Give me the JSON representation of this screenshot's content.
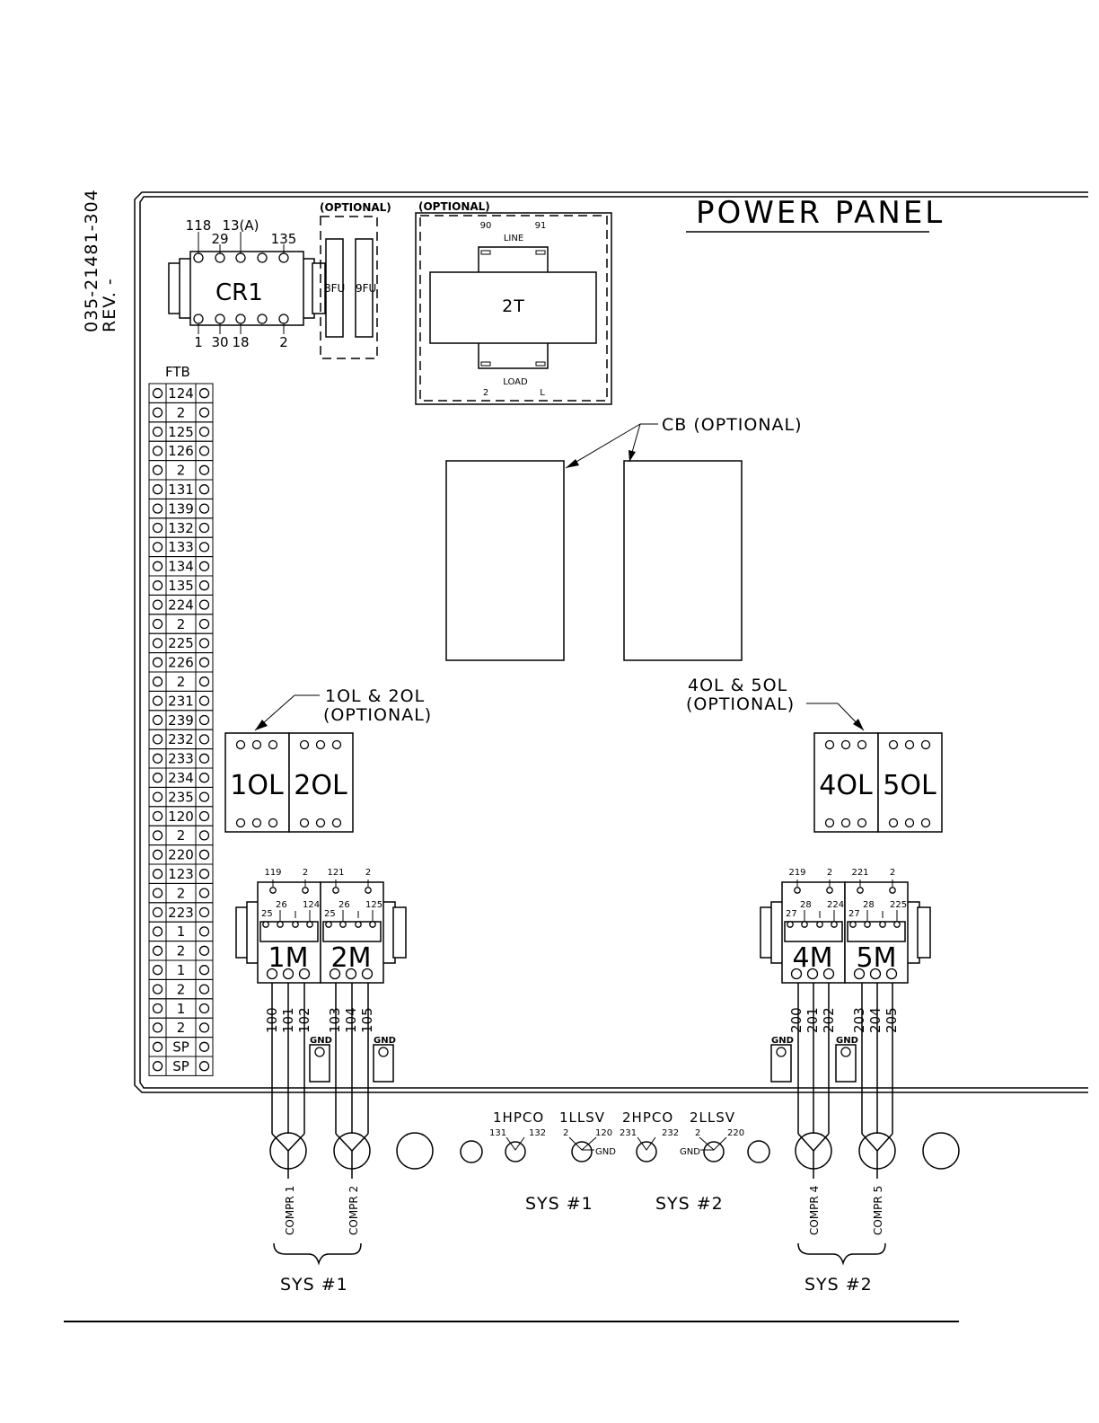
{
  "drawing_number": "035-21481-304",
  "revision": "REV. -",
  "panel_title": "POWER PANEL",
  "cr1": {
    "label": "CR1",
    "top_terminals": [
      "118",
      "29",
      "13(A)",
      "135"
    ],
    "bottom_terminals": [
      "1",
      "30",
      "18",
      "2"
    ]
  },
  "fuses": {
    "optional_label": "(OPTIONAL)",
    "fuse_a": "8FU",
    "fuse_b": "9FU"
  },
  "transformer": {
    "optional_label": "(OPTIONAL)",
    "label": "2T",
    "line_label": "LINE",
    "load_label": "LOAD",
    "line_terminals": [
      "90",
      "91"
    ],
    "load_terminals": [
      "2",
      "L"
    ]
  },
  "circuit_breaker_label": "CB (OPTIONAL)",
  "ftb": {
    "label": "FTB",
    "rows": [
      "124",
      "2",
      "125",
      "126",
      "2",
      "131",
      "139",
      "132",
      "133",
      "134",
      "135",
      "224",
      "2",
      "225",
      "226",
      "2",
      "231",
      "239",
      "232",
      "233",
      "234",
      "235",
      "120",
      "2",
      "220",
      "123",
      "2",
      "223",
      "1",
      "2",
      "1",
      "2",
      "1",
      "2",
      "SP",
      "SP"
    ]
  },
  "overloads_left": {
    "callout_line1": "1OL & 2OL",
    "callout_line2": "(OPTIONAL)",
    "unit_a": "1OL",
    "unit_b": "2OL"
  },
  "overloads_right": {
    "callout_line1": "4OL & 5OL",
    "callout_line2": "(OPTIONAL)",
    "unit_a": "4OL",
    "unit_b": "5OL"
  },
  "contactors_left": {
    "units": [
      {
        "label": "1M",
        "top_terminals": [
          "119",
          "2"
        ],
        "aux_terminals": [
          "25",
          "26",
          "1",
          "124"
        ],
        "load_terminals": [
          "100",
          "101",
          "102"
        ]
      },
      {
        "label": "2M",
        "top_terminals": [
          "121",
          "2"
        ],
        "aux_terminals": [
          "25",
          "26",
          "1",
          "125"
        ],
        "load_terminals": [
          "103",
          "104",
          "105"
        ]
      }
    ]
  },
  "contactors_right": {
    "units": [
      {
        "label": "4M",
        "top_terminals": [
          "219",
          "2"
        ],
        "aux_terminals": [
          "27",
          "28",
          "1",
          "224"
        ],
        "load_terminals": [
          "200",
          "201",
          "202"
        ]
      },
      {
        "label": "5M",
        "top_terminals": [
          "221",
          "2"
        ],
        "aux_terminals": [
          "27",
          "28",
          "1",
          "225"
        ],
        "load_terminals": [
          "203",
          "204",
          "205"
        ]
      }
    ]
  },
  "gnd_label": "GND",
  "switches": {
    "hpco1": {
      "label": "1HPCO",
      "terminals": [
        "131",
        "132"
      ]
    },
    "llsv1": {
      "label": "1LLSV",
      "terminals": [
        "2",
        "120"
      ],
      "gnd": "GND"
    },
    "hpco2": {
      "label": "2HPCO",
      "terminals": [
        "231",
        "232"
      ]
    },
    "llsv2": {
      "label": "2LLSV",
      "terminals": [
        "2",
        "220"
      ],
      "gnd": "GND"
    }
  },
  "compressors": [
    "COMPR 1",
    "COMPR 2",
    "COMPR 4",
    "COMPR 5"
  ],
  "system_labels": {
    "sys1": "SYS #1",
    "sys2": "SYS #2"
  }
}
